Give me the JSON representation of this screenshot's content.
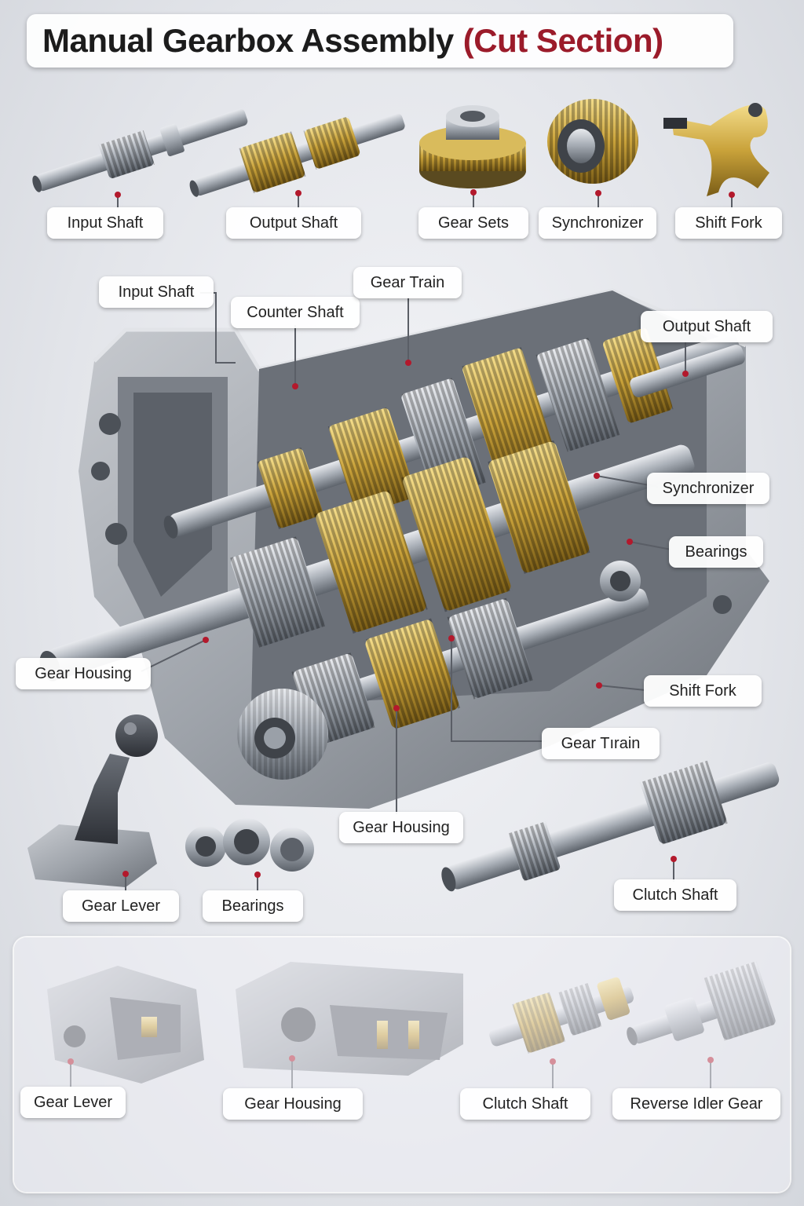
{
  "title": {
    "main": "Manual Gearbox Assembly",
    "accent": "(Cut Section)"
  },
  "colors": {
    "title_accent": "#9b1b2a",
    "pointer_dot": "#b3192c",
    "steel": "#9aa0a8",
    "brass": "#c9a23a"
  },
  "labels": {
    "top_input_shaft": "Input Shaft",
    "top_output_shaft": "Output Shaft",
    "top_gear_sets": "Gear Sets",
    "top_synchronizer": "Synchronizer",
    "top_shift_fork": "Shift Fork",
    "main_input_shaft": "Input Shaft",
    "main_counter_shaft": "Counter Shaft",
    "main_gear_train_top": "Gear Train",
    "main_output_shaft": "Output Shaft",
    "main_synchronizer": "Synchronizer",
    "main_bearings": "Bearings",
    "main_gear_housing_left": "Gear Housing",
    "main_shift_fork": "Shift Fork",
    "main_gear_train_bottom": "Gear Tırain",
    "main_gear_housing_bottom": "Gear Housing",
    "lower_gear_lever": "Gear Lever",
    "lower_bearings": "Bearings",
    "lower_clutch_shaft": "Clutch Shaft",
    "panel_gear_lever": "Gear Lever",
    "panel_gear_housing": "Gear Housing",
    "panel_clutch_shaft": "Clutch Shaft",
    "panel_reverse_idler_gear": "Reverse Idler Gear"
  }
}
